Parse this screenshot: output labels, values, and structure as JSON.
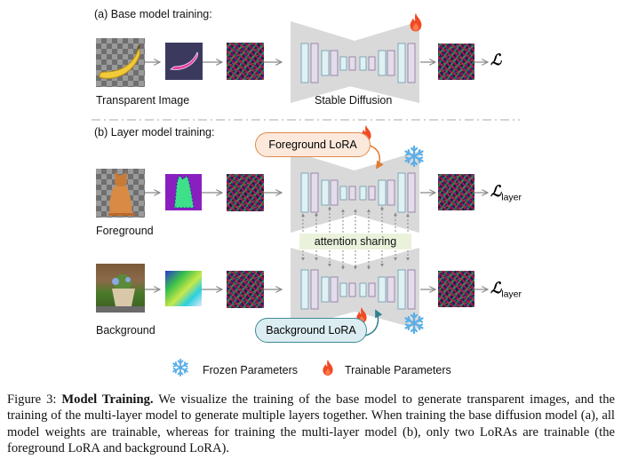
{
  "section_a": {
    "title": "(a) Base model training:",
    "input_label": "Transparent Image",
    "model_label": "Stable Diffusion",
    "loss_symbol": "ℒ",
    "model_status": "trainable"
  },
  "section_b": {
    "title": "(b) Layer model training:",
    "foreground_label": "Foreground",
    "background_label": "Background",
    "foreground_lora": "Foreground LoRA",
    "background_lora": "Background LoRA",
    "attention_label": "attention sharing",
    "loss_symbol": "ℒ",
    "loss_subscript": "layer",
    "model_status": "frozen",
    "lora_status": "trainable"
  },
  "legend": {
    "frozen": "Frozen Parameters",
    "trainable": "Trainable Parameters"
  },
  "icons": {
    "frozen": "snowflake-icon",
    "trainable": "flame-icon"
  },
  "colors": {
    "unet_body": "#d9d9d9",
    "block_blue": "#dff1f4",
    "block_purple": "#e3dcea",
    "foreground_lora_fill": "#fde9dc",
    "foreground_lora_border": "#e0894b",
    "background_lora_fill": "#dcedf2",
    "background_lora_border": "#3f8a96",
    "attention_fill": "#eaf2dc",
    "flame": "#f04a24",
    "snowflake": "#5aaee8"
  },
  "caption": {
    "prefix": "Figure 3: ",
    "bold": "Model Training.",
    "text": " We visualize the training of the base model to generate transparent images, and the training of the multi-layer model to generate multiple layers together. When training the base diffusion model (a), all model weights are trainable, whereas for training the multi-layer model (b), only two LoRAs are trainable (the foreground LoRA and background LoRA)."
  }
}
